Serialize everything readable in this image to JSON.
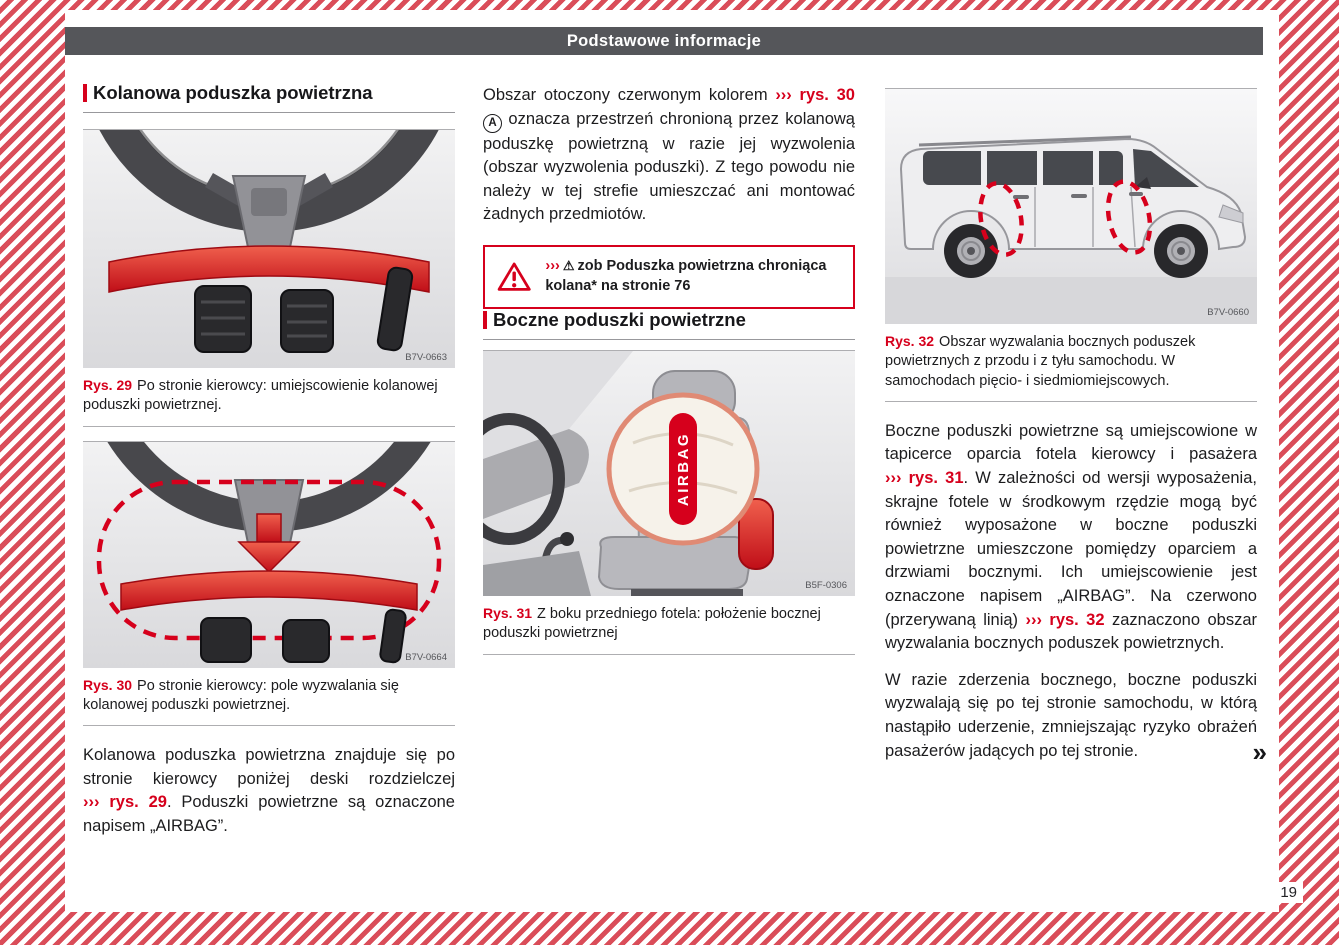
{
  "colors": {
    "accent_red": "#d6001c",
    "stripe_red": "#da4d59",
    "header_bar_gray": "#55565a",
    "figure_highlight_red": "#e2321f"
  },
  "header": {
    "title": "Podstawowe informacje"
  },
  "left": {
    "heading": "Kolanowa poduszka powietrzna",
    "fig29": {
      "label": "Rys. 29",
      "caption": "Po stronie kierowcy: umiejscowienie kolanowej poduszki powietrznej.",
      "code": "B7V-0663"
    },
    "fig30": {
      "label": "Rys. 30",
      "caption": "Po stronie kierowcy: pole wyzwalania się kolanowej poduszki powietrznej.",
      "code": "B7V-0664"
    },
    "p1": {
      "s1": "Kolanowa poduszka powietrzna znajduje się po stronie kierowcy poniżej deski rozdzielczej ",
      "ref": "››› rys. 29",
      "s2": ". Poduszki powietrzne są oznaczone napisem „AIRBAG”."
    }
  },
  "middle": {
    "p1": {
      "s1": "Obszar otoczony czerwonym kolorem ",
      "ref": "››› rys. 30",
      "badge": "A",
      "s2": " oznacza przestrzeń chronioną przez kolanową poduszkę powietrzną w razie jej wyzwolenia (obszar wyzwolenia poduszki). Z tego powodu nie należy w tej strefie umieszczać ani montować żadnych przedmiotów."
    },
    "warning": {
      "chevrons": "›››",
      "symbol": "⚠",
      "text": "zob Poduszka powietrzna chroniąca kolana* na stronie 76"
    },
    "heading": "Boczne poduszki powietrzne",
    "fig31": {
      "label": "Rys. 31",
      "caption": "Z boku przedniego fotela: położenie bocznej poduszki powietrznej",
      "code": "B5F-0306",
      "airbag_label": "AIRBAG"
    }
  },
  "right": {
    "fig32": {
      "label": "Rys. 32",
      "caption": "Obszar wyzwalania bocznych poduszek powietrznych z przodu i z tyłu samochodu. W samochodach pięcio- i siedmiomiejscowych.",
      "code": "B7V-0660"
    },
    "p1": {
      "s1": "Boczne poduszki powietrzne są umiejscowione w tapicerce oparcia fotela kierowcy i pasażera ",
      "ref1": "››› rys. 31",
      "s2": ". W zależności od wersji wyposażenia, skrajne fotele w środkowym rzędzie mogą być również wyposażone w boczne poduszki powietrzne umieszczone pomiędzy oparciem a drzwiami bocznymi. Ich umiejscowienie jest oznaczone napisem „AIRBAG”. Na czerwono (przerywaną linią) ",
      "ref2": "››› rys. 32",
      "s3": " zaznaczono obszar wyzwalania bocznych poduszek powietrznych."
    },
    "p2": "W razie zderzenia bocznego, boczne poduszki wyzwalają się po tej stronie samochodu, w którą nastąpiło uderzenie, zmniejszając ryzyko obrażeń pasażerów jadących po tej stronie.",
    "continuation": "»"
  },
  "page_number": "19"
}
